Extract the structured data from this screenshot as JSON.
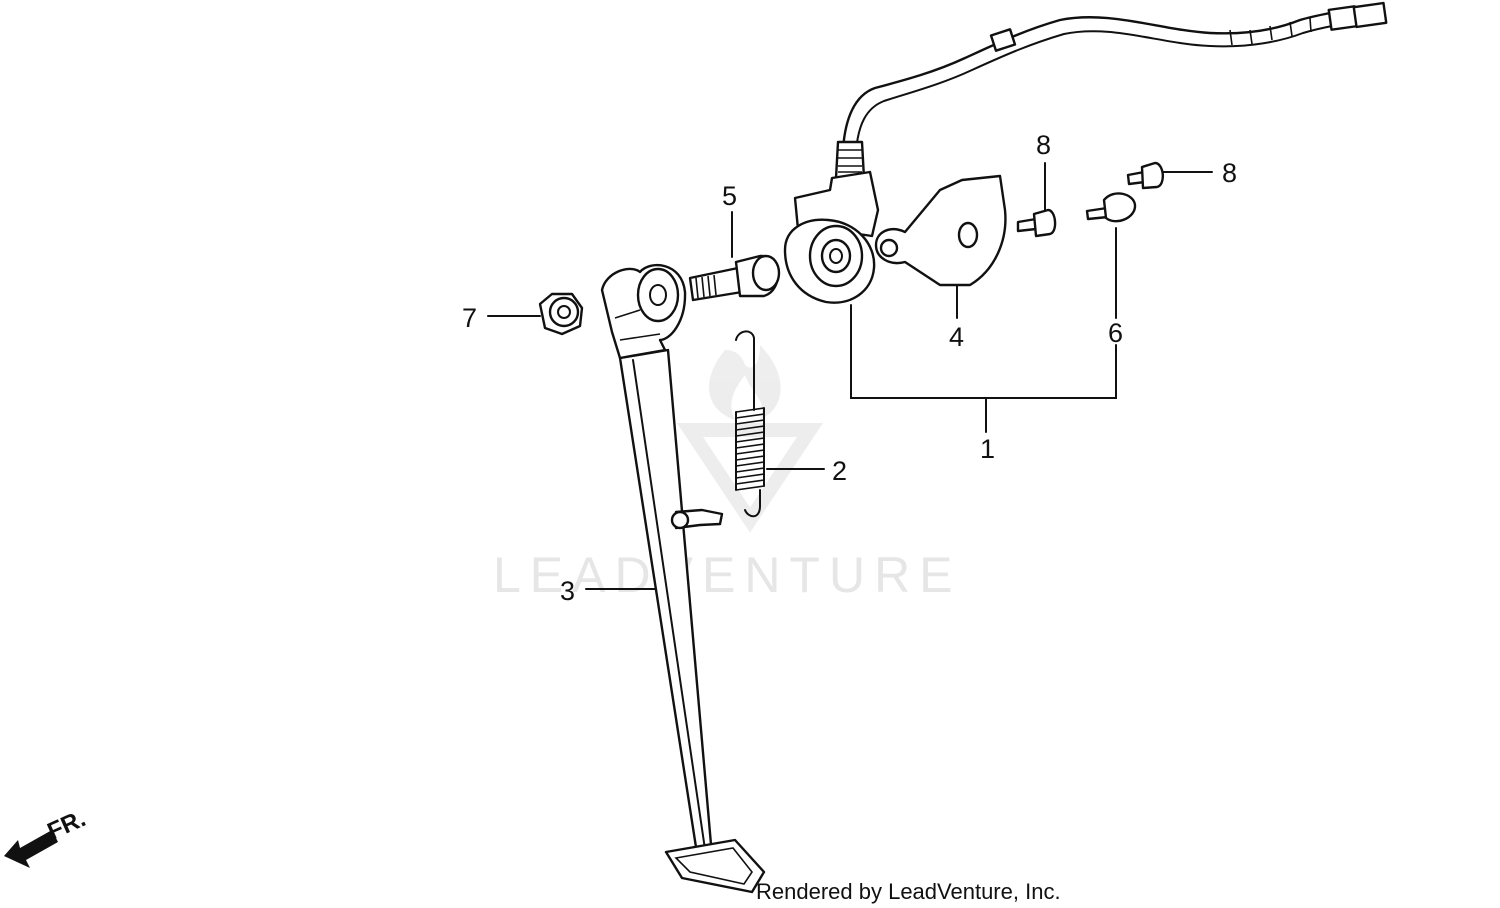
{
  "watermark": {
    "text": "LEADVENTURE"
  },
  "footer": {
    "text": "Rendered by LeadVenture, Inc."
  },
  "direction": {
    "label": "FR."
  },
  "callouts": [
    {
      "id": "1",
      "label": "1"
    },
    {
      "id": "2",
      "label": "2"
    },
    {
      "id": "3",
      "label": "3"
    },
    {
      "id": "4",
      "label": "4"
    },
    {
      "id": "5",
      "label": "5"
    },
    {
      "id": "6",
      "label": "6"
    },
    {
      "id": "7",
      "label": "7"
    },
    {
      "id": "8a",
      "label": "8"
    },
    {
      "id": "8b",
      "label": "8"
    }
  ],
  "colors": {
    "ink": "#111111",
    "watermark": "#e6e6e6",
    "background": "#ffffff"
  }
}
